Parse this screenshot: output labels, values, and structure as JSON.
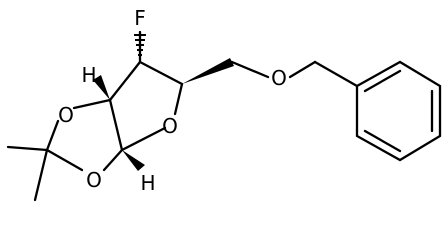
{
  "atoms": {
    "fluorine": "F",
    "ring_oxygen": "O",
    "ether_oxygen": "O",
    "dioxolane_oxygen_upper": "O",
    "dioxolane_oxygen_lower": "O",
    "hydrogen_upper": "H",
    "hydrogen_lower": "H"
  }
}
